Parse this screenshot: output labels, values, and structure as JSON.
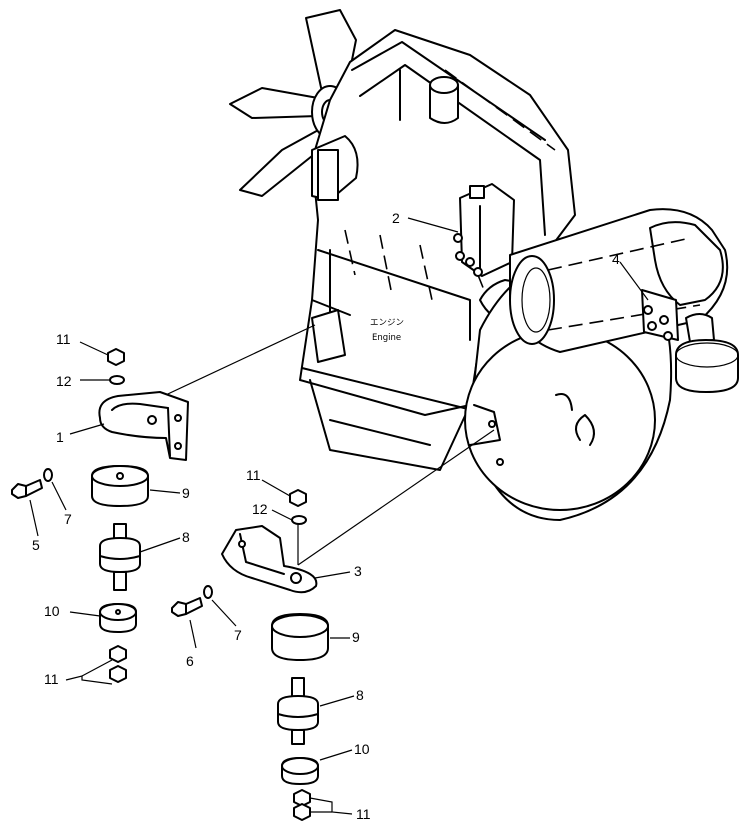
{
  "engine_label": {
    "japanese": "エンジン",
    "english": "Engine"
  },
  "callouts": {
    "c1": "1",
    "c2": "2",
    "c3": "3",
    "c4": "4",
    "c5": "5",
    "c6": "6",
    "c7a": "7",
    "c7b": "7",
    "c8a": "8",
    "c8b": "8",
    "c9a": "9",
    "c9b": "9",
    "c10a": "10",
    "c10b": "10",
    "c11a": "11",
    "c11b": "11",
    "c11c": "11",
    "c11d": "11",
    "c12a": "12",
    "c12b": "12"
  }
}
